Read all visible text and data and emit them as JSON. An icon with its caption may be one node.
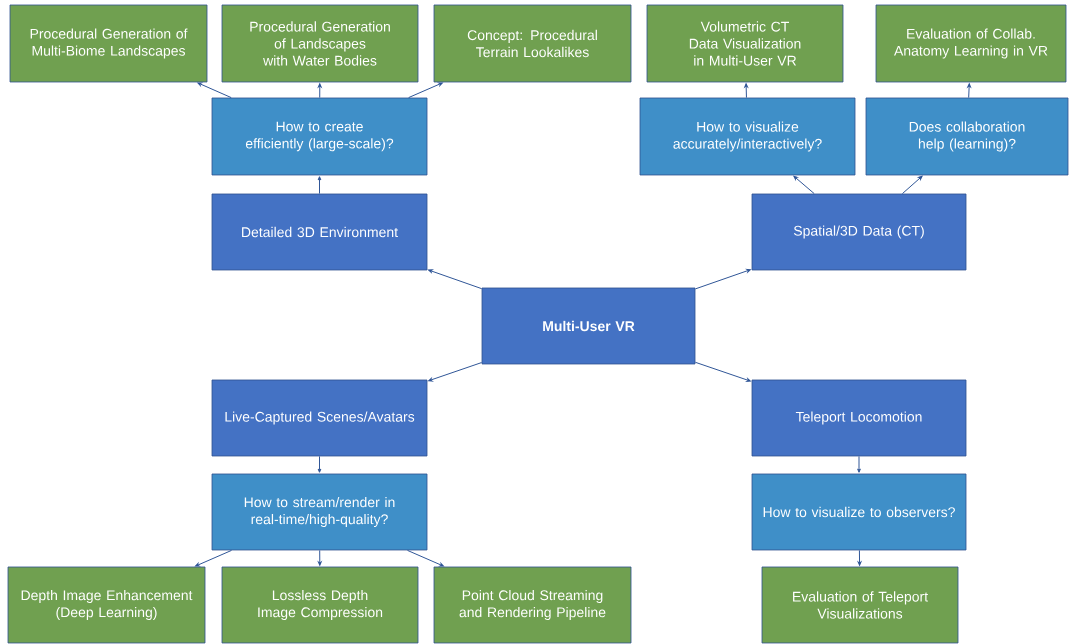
{
  "diagram": {
    "nodes": [
      {
        "text": [
          "Procedural Generation of Multi-Biome Landscapes"
        ]
      },
      {
        "text": [
          "Procedural Generation of Landscapes with Water Bodies"
        ]
      },
      {
        "text": [
          "Concept: Procedural Terrain Lookalikes"
        ]
      },
      {
        "text": [
          "Volumetric CT Data Visualization in Multi-User VR"
        ]
      },
      {
        "text": [
          "Evaluation of Collab. Anatomy Learning in VR"
        ]
      },
      {
        "text": [
          "How to create efficiently (large-scale)?"
        ]
      },
      {
        "text": [
          "How to visualize accurately/interactively?"
        ]
      },
      {
        "text": [
          "Does collaboration help (learning)?"
        ]
      },
      {
        "text": [
          "Detailed 3D Environment"
        ]
      },
      {
        "text": [
          "Spatial/3D Data (CT)"
        ]
      },
      {
        "text": [
          "Multi-User VR"
        ]
      },
      {
        "text": [
          "Live-Captured Scenes/Avatars"
        ]
      },
      {
        "text": [
          "Teleport Locomotion"
        ]
      },
      {
        "text": [
          "How to stream/render in real-time/high-quality?"
        ]
      },
      {
        "text": [
          "How to visualize to observers?"
        ]
      },
      {
        "text": [
          "Depth Image Enhancement (Deep Learning)"
        ]
      },
      {
        "text": [
          "Lossless Depth Image Compression"
        ]
      },
      {
        "text": [
          "Point Cloud Streaming and Rendering Pipeline"
        ]
      },
      {
        "text": [
          "Evaluation of Teleport Visualizations"
        ]
      }
    ],
    "edges": [
      {
        "from": 10,
        "to": 8,
        "arrow": "to"
      },
      {
        "from": 10,
        "to": 9,
        "arrow": "to"
      },
      {
        "from": 10,
        "to": 11,
        "arrow": "to"
      },
      {
        "from": 10,
        "to": 12,
        "arrow": "to"
      },
      {
        "from": 8,
        "to": 5,
        "arrow": "to"
      },
      {
        "from": 5,
        "to": 0,
        "arrow": "to"
      },
      {
        "from": 5,
        "to": 1,
        "arrow": "to"
      },
      {
        "from": 5,
        "to": 2,
        "arrow": "to"
      },
      {
        "from": 9,
        "to": 6,
        "arrow": "to"
      },
      {
        "from": 9,
        "to": 7,
        "arrow": "to"
      },
      {
        "from": 6,
        "to": 3,
        "arrow": "to"
      },
      {
        "from": 7,
        "to": 4,
        "arrow": "to"
      },
      {
        "from": 11,
        "to": 13,
        "arrow": "to"
      },
      {
        "from": 13,
        "to": 15,
        "arrow": "to"
      },
      {
        "from": 13,
        "to": 16,
        "arrow": "to"
      },
      {
        "from": 13,
        "to": 17,
        "arrow": "to"
      },
      {
        "from": 12,
        "to": 14,
        "arrow": "to"
      },
      {
        "from": 14,
        "to": 18,
        "arrow": "to"
      }
    ]
  }
}
